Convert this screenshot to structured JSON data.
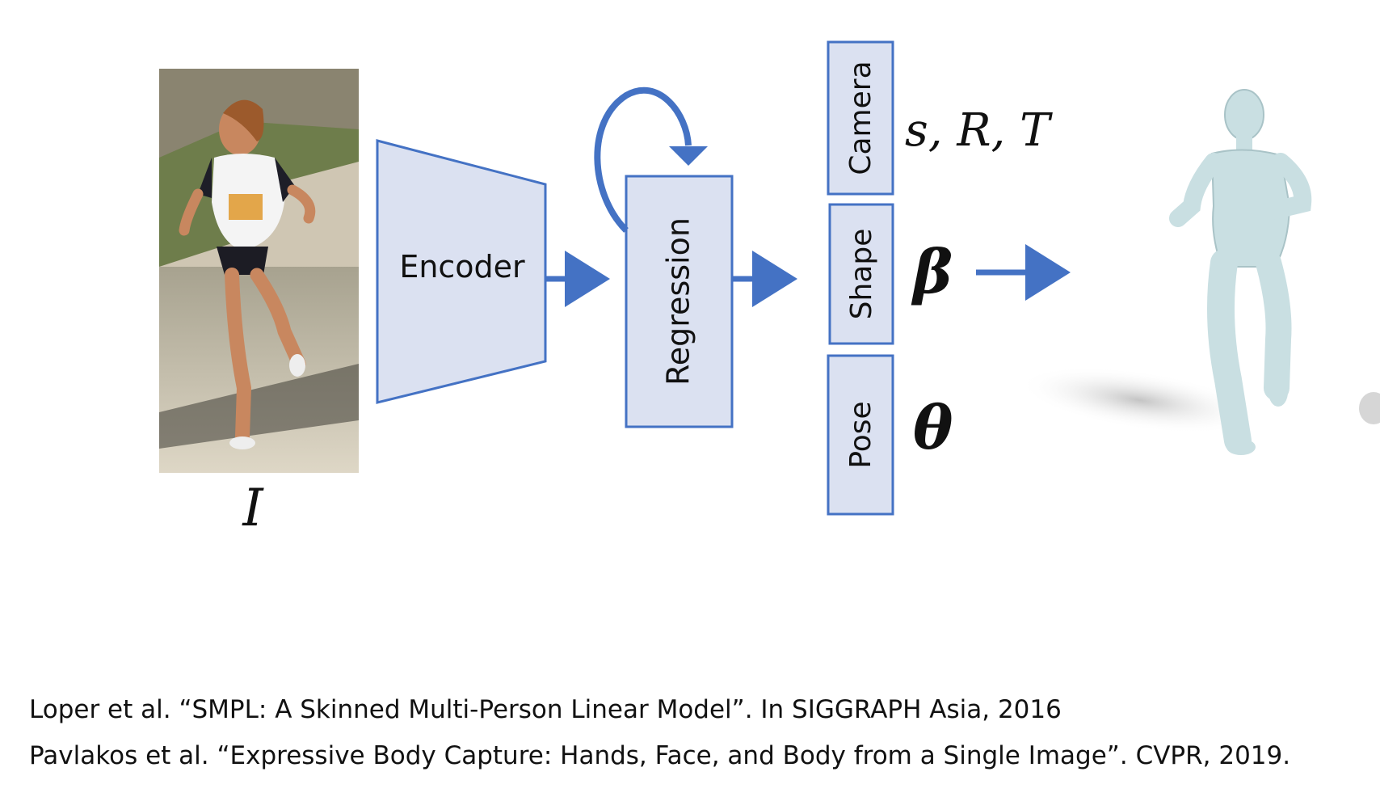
{
  "input": {
    "symbol": "I"
  },
  "encoder": {
    "label": "Encoder"
  },
  "regression": {
    "label": "Regression"
  },
  "outputs": [
    {
      "label": "Camera",
      "symbol": "s, R, T"
    },
    {
      "label": "Shape",
      "symbol": "β"
    },
    {
      "label": "Pose",
      "symbol": "θ"
    }
  ],
  "references": [
    "Loper et al. “SMPL: A Skinned Multi-Person Linear Model”. In SIGGRAPH Asia, 2016",
    "Pavlakos et al. “Expressive Body Capture: Hands, Face, and Body from a Single Image”. CVPR, 2019."
  ],
  "colors": {
    "box_fill": "#dbe1f1",
    "box_stroke": "#4472c4",
    "arrow": "#4472c4",
    "mesh": "#c9dfe2",
    "shadow": "#cfcfcf"
  },
  "icons": {
    "input_image": "photo-of-running-woman-icon",
    "output_mesh": "3d-human-body-mesh-icon"
  }
}
